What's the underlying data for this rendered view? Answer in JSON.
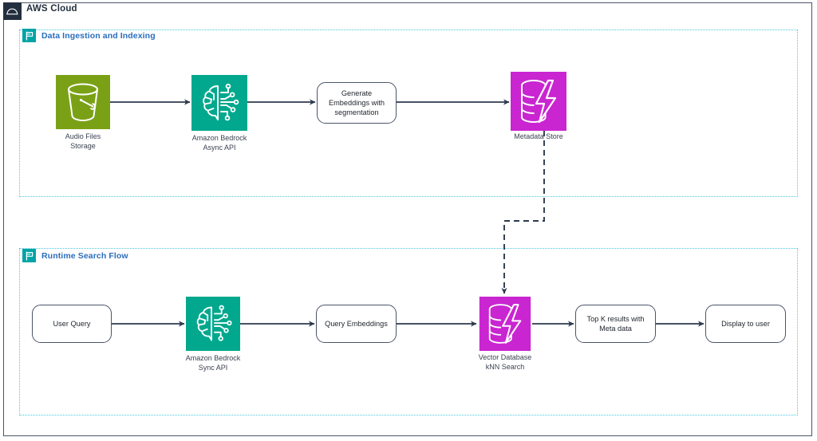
{
  "diagram": {
    "frame": {
      "title": "AWS Cloud",
      "icon": "aws-cloud-icon",
      "border_color": "#4a5568",
      "badge_color": "#232f3e"
    },
    "groups": [
      {
        "id": "data-ingestion-and-indexing",
        "title": "Data Ingestion and Indexing",
        "icon": "flag-icon",
        "border_color": "#49c7de",
        "badge_color": "#00a4a6",
        "title_color": "#2a6ebb"
      },
      {
        "id": "runtime-search-flow",
        "title": "Runtime Search Flow",
        "icon": "flag-icon",
        "border_color": "#49c7de",
        "badge_color": "#00a4a6",
        "title_color": "#2a6ebb"
      }
    ],
    "nodes": [
      {
        "id": "audio-files-storage",
        "kind": "service",
        "icon": "amazon-s3-bucket-icon",
        "color": "#7aa116",
        "label_line1": "Audio Files",
        "label_line2": "Storage"
      },
      {
        "id": "amazon-bedrock-async-api",
        "kind": "service",
        "icon": "amazon-bedrock-icon",
        "color": "#01a88d",
        "label_line1": "Amazon Bedrock",
        "label_line2": "Async API"
      },
      {
        "id": "generate-embeddings-with-segmentation",
        "kind": "process",
        "label_line1": "Generate",
        "label_line2": "Embeddings with",
        "label_line3": "segmentation"
      },
      {
        "id": "metadata-store",
        "kind": "service",
        "icon": "database-lightning-icon",
        "color": "#c925d1",
        "label_line1": "Metadata Store",
        "label_line2": ""
      },
      {
        "id": "user-query",
        "kind": "process",
        "label_line1": "User Query",
        "label_line2": "",
        "label_line3": ""
      },
      {
        "id": "amazon-bedrock-sync-api",
        "kind": "service",
        "icon": "amazon-bedrock-icon",
        "color": "#01a88d",
        "label_line1": "Amazon Bedrock",
        "label_line2": "Sync API"
      },
      {
        "id": "query-embeddings",
        "kind": "process",
        "label_line1": "Query Embeddings",
        "label_line2": "",
        "label_line3": ""
      },
      {
        "id": "vector-database-knn-search",
        "kind": "service",
        "icon": "database-lightning-icon",
        "color": "#c925d1",
        "label_line1": "Vector Database",
        "label_line2": "kNN Search"
      },
      {
        "id": "top-k-results-with-meta-data",
        "kind": "process",
        "label_line1": "Top K results with",
        "label_line2": "Meta data",
        "label_line3": ""
      },
      {
        "id": "display-to-user",
        "kind": "process",
        "label_line1": "Display to user",
        "label_line2": "",
        "label_line3": ""
      }
    ],
    "edges": [
      {
        "id": "edge-audio-to-bedrock-async",
        "from": "audio-files-storage",
        "to": "amazon-bedrock-async-api",
        "style": "solid"
      },
      {
        "id": "edge-bedrock-async-to-generate-embeddings",
        "from": "amazon-bedrock-async-api",
        "to": "generate-embeddings-with-segmentation",
        "style": "solid"
      },
      {
        "id": "edge-generate-embeddings-to-metadata-store",
        "from": "generate-embeddings-with-segmentation",
        "to": "metadata-store",
        "style": "solid"
      },
      {
        "id": "edge-metadata-store-to-vector-database",
        "from": "metadata-store",
        "to": "vector-database-knn-search",
        "style": "dashed"
      },
      {
        "id": "edge-user-query-to-bedrock-sync",
        "from": "user-query",
        "to": "amazon-bedrock-sync-api",
        "style": "solid"
      },
      {
        "id": "edge-bedrock-sync-to-query-embeddings",
        "from": "amazon-bedrock-sync-api",
        "to": "query-embeddings",
        "style": "solid"
      },
      {
        "id": "edge-query-embeddings-to-vector-database",
        "from": "query-embeddings",
        "to": "vector-database-knn-search",
        "style": "solid"
      },
      {
        "id": "edge-vector-database-to-top-k-results",
        "from": "vector-database-knn-search",
        "to": "top-k-results-with-meta-data",
        "style": "solid"
      },
      {
        "id": "edge-top-k-results-to-display",
        "from": "top-k-results-with-meta-data",
        "to": "display-to-user",
        "style": "solid"
      }
    ],
    "edge_color": "#2d3a4d"
  }
}
